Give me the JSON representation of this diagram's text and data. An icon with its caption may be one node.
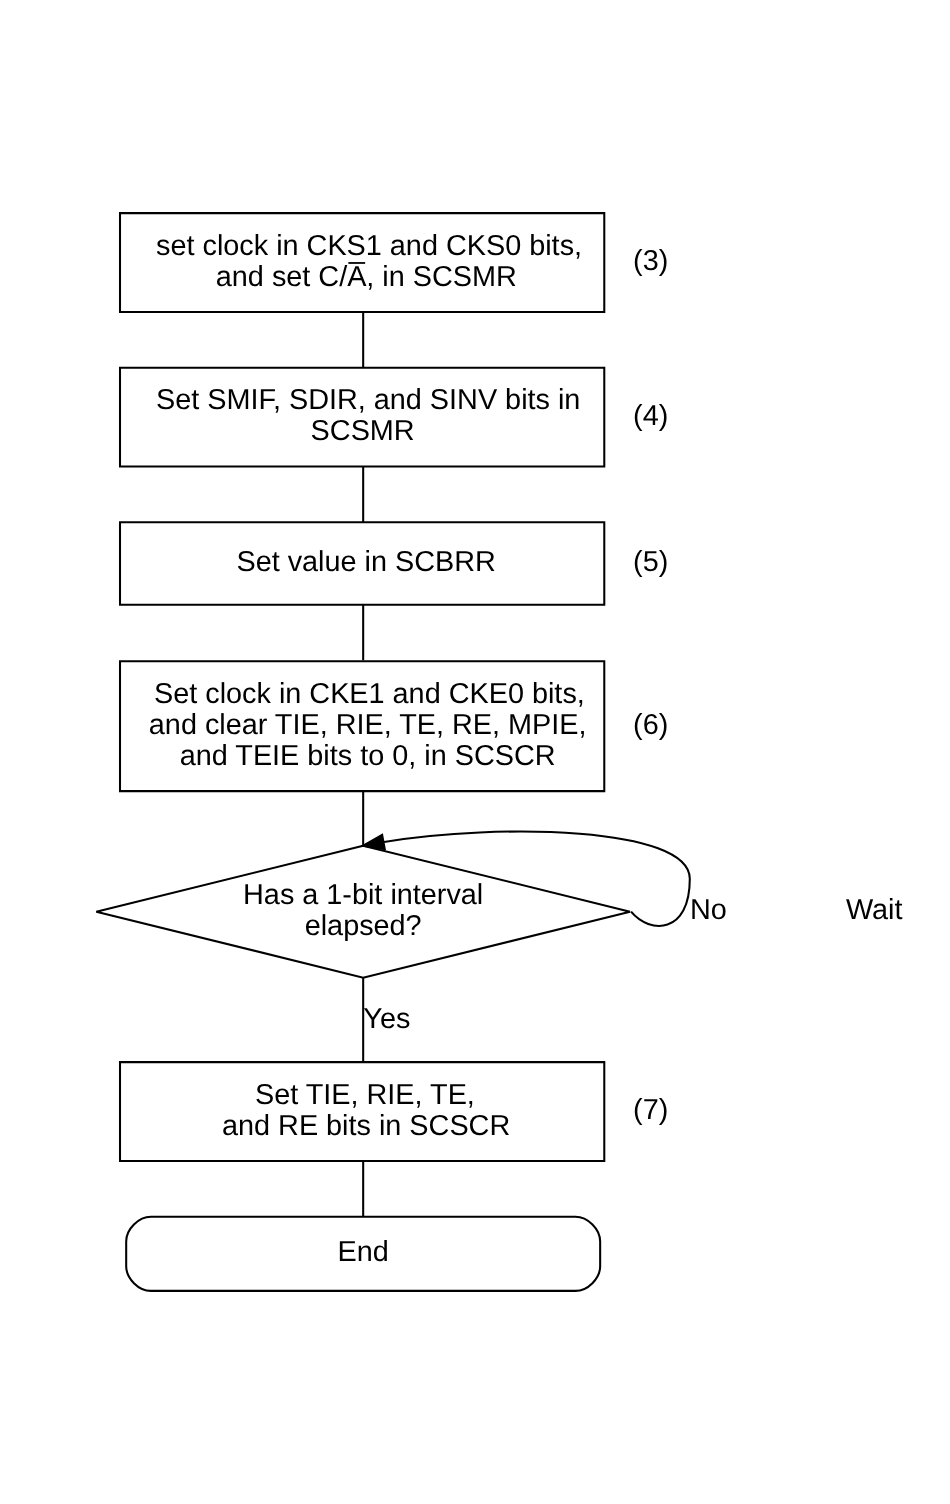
{
  "diagram": {
    "nodes": [
      {
        "text": [
          "set clock in CKS1 and CKS0 bits, and set C/A̅, in SCSMR"
        ],
        "beside": [
          "(3)"
        ]
      },
      {
        "text": [
          "Set SMIF, SDIR, and SINV bits in SCSMR"
        ],
        "beside": [
          "(4)"
        ]
      },
      {
        "text": [
          "Set value in SCBRR"
        ],
        "beside": [
          "(5)"
        ]
      },
      {
        "text": [
          "Set clock in CKE1 and CKE0 bits, and clear TIE, RIE, TE, RE, MPIE, and TEIE bits to 0, in SCSCR"
        ],
        "beside": [
          "(6)"
        ]
      },
      {
        "text": [
          "Has a 1-bit interval elapsed?"
        ]
      },
      {
        "text": [
          "Set TIE, RIE, TE, and RE bits in SCSCR"
        ],
        "beside": [
          "(7)"
        ]
      },
      {
        "text": [
          "End"
        ]
      }
    ],
    "edges": [
      {
        "from": 0,
        "to": 1,
        "arrow": "none"
      },
      {
        "from": 1,
        "to": 2,
        "arrow": "none"
      },
      {
        "from": 2,
        "to": 3,
        "arrow": "none"
      },
      {
        "from": 3,
        "to": 4,
        "arrow": "none"
      },
      {
        "from": 4,
        "to": 4,
        "arrow": "to",
        "label": "No"
      },
      {
        "from": 4,
        "to": 5,
        "arrow": "none",
        "label": "Yes"
      },
      {
        "from": 5,
        "to": 6,
        "arrow": "none"
      }
    ],
    "labels": [
      "Wait"
    ]
  }
}
